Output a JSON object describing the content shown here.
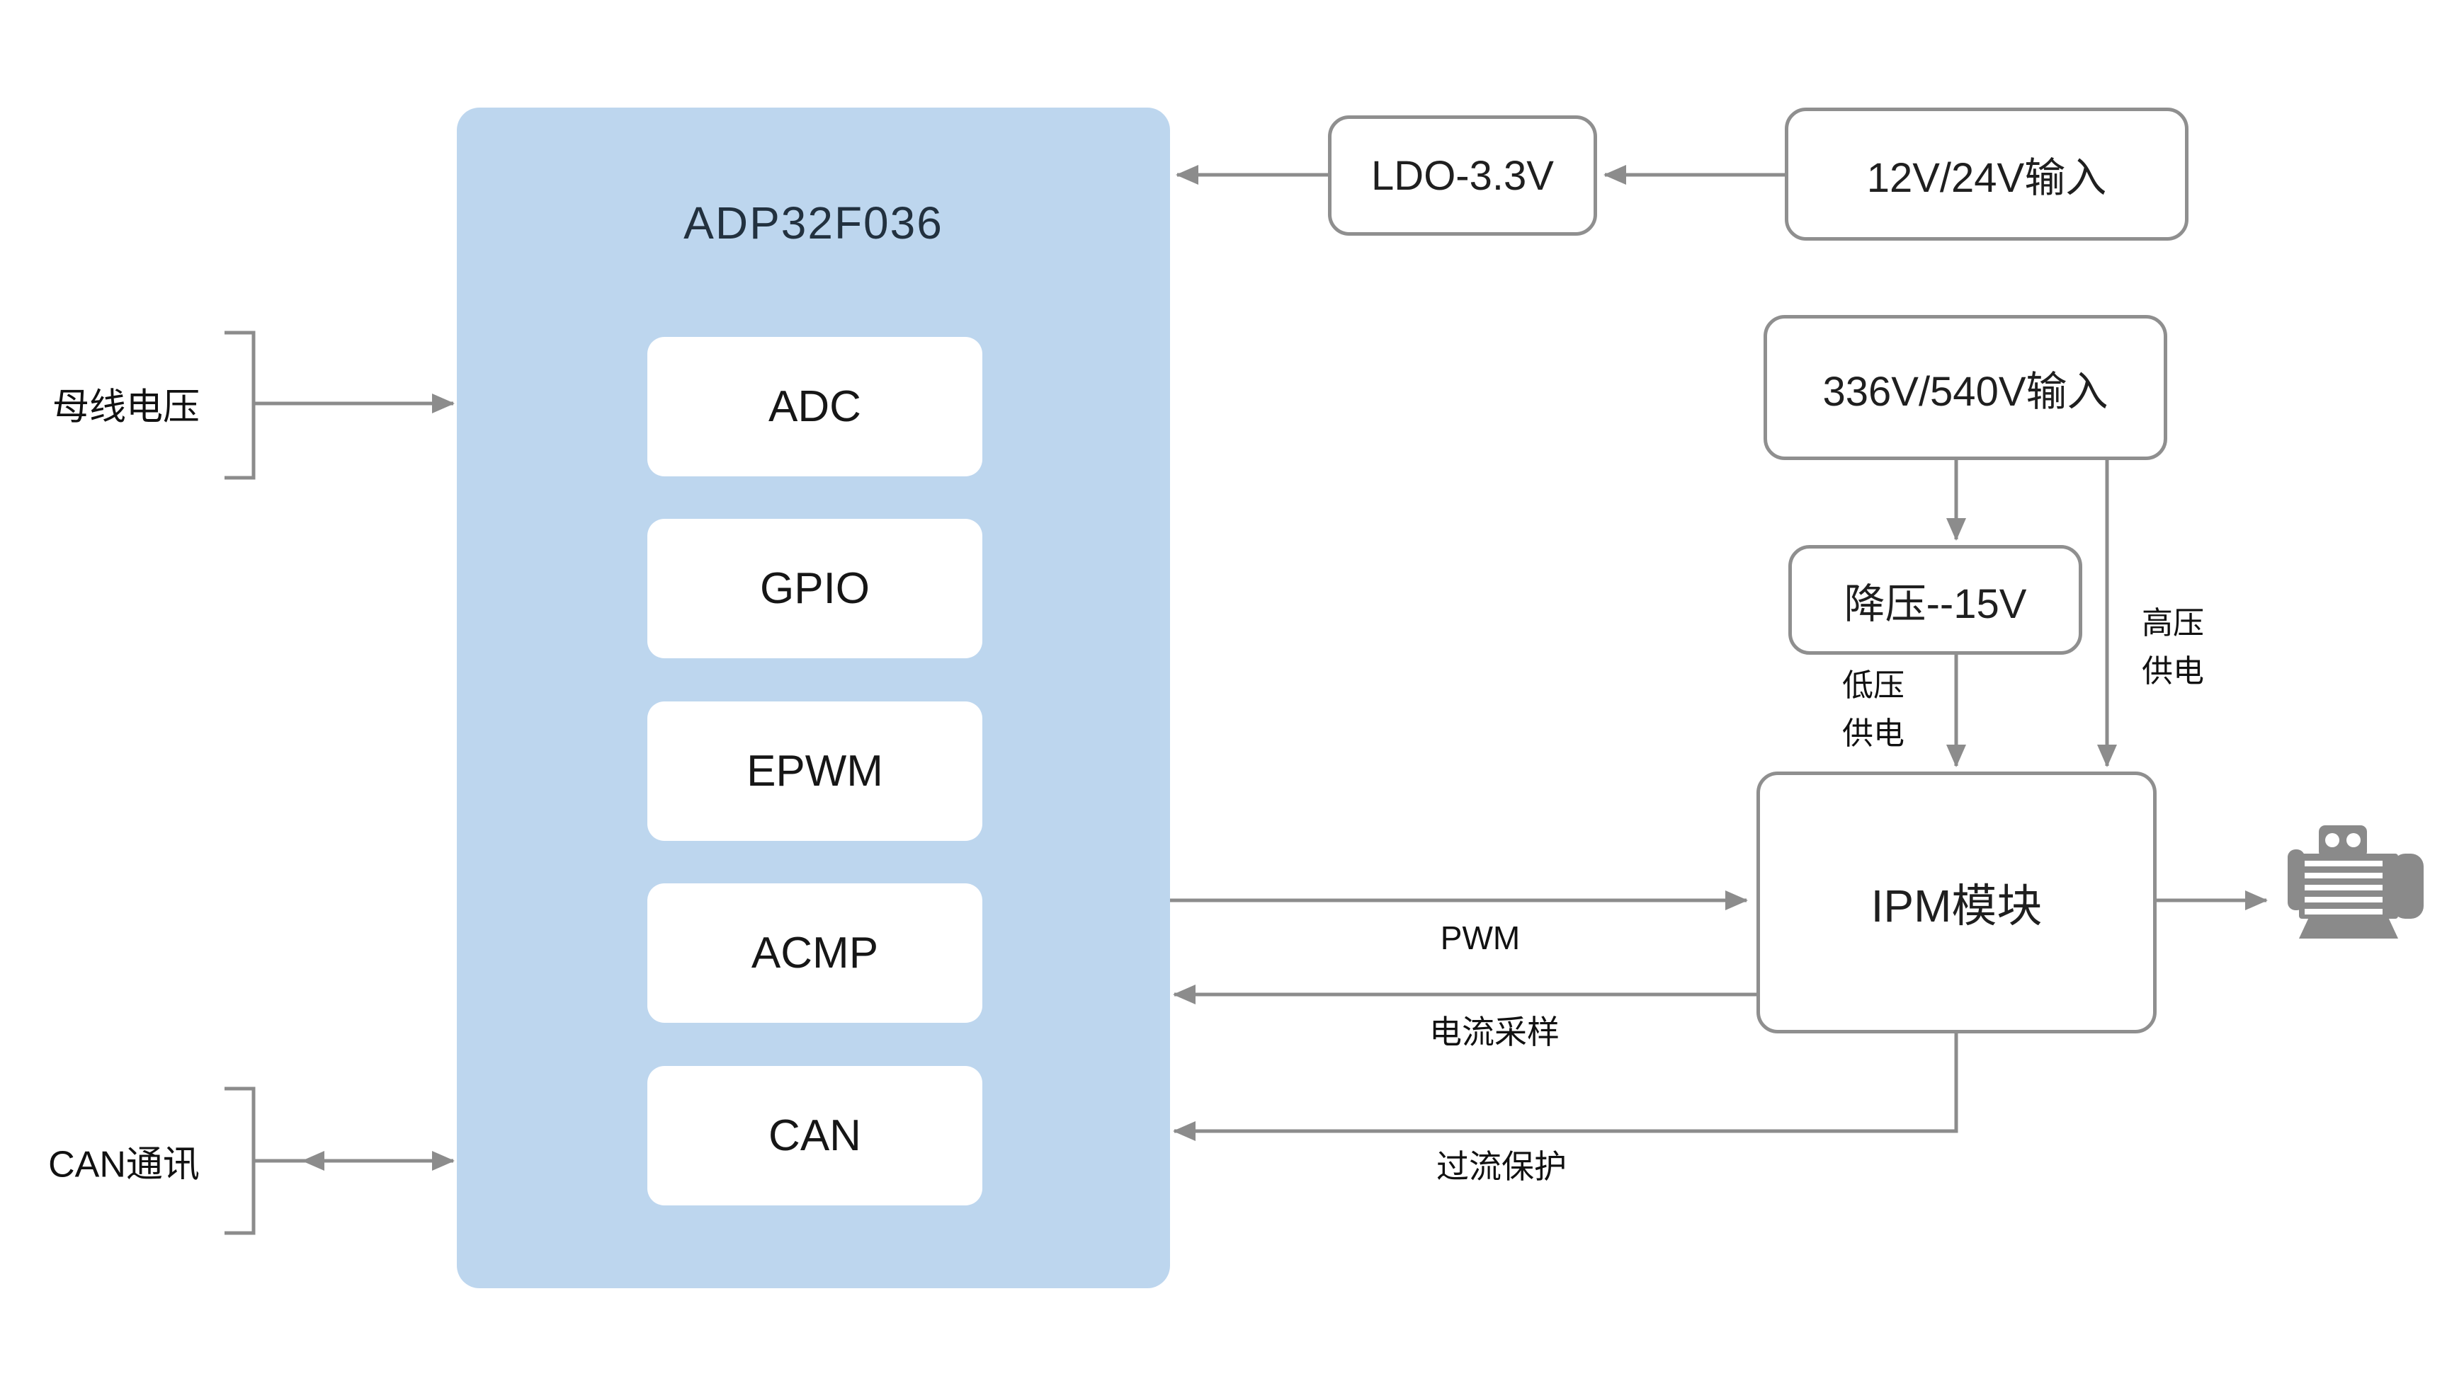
{
  "colors": {
    "chip_fill": "#BDD6EE",
    "box_border": "#8F8F8F",
    "connector": "#8C8C8C",
    "text_dark": "#1F1F1F",
    "motor_gray": "#8A8A8A",
    "background": "#FFFFFF"
  },
  "mcu": {
    "title": "ADP32F036",
    "modules": [
      "ADC",
      "GPIO",
      "EPWM",
      "ACMP",
      "CAN"
    ]
  },
  "power_boxes": {
    "ldo": "LDO-3.3V",
    "low_voltage_input": "12V/24V输入",
    "high_voltage_input": "336V/540V输入",
    "buck": "降压--15V",
    "ipm": "IPM模块"
  },
  "side_labels": {
    "bus_voltage": "母线电压",
    "can_comm": "CAN通讯"
  },
  "flow_labels": {
    "pwm": "PWM",
    "current_sampling": "电流采样",
    "overcurrent_protection": "过流保护",
    "low_voltage_supply_line1": "低压",
    "low_voltage_supply_line2": "供电",
    "high_voltage_supply_line1": "高压",
    "high_voltage_supply_line2": "供电"
  },
  "icons": {
    "motor": "motor-icon"
  }
}
